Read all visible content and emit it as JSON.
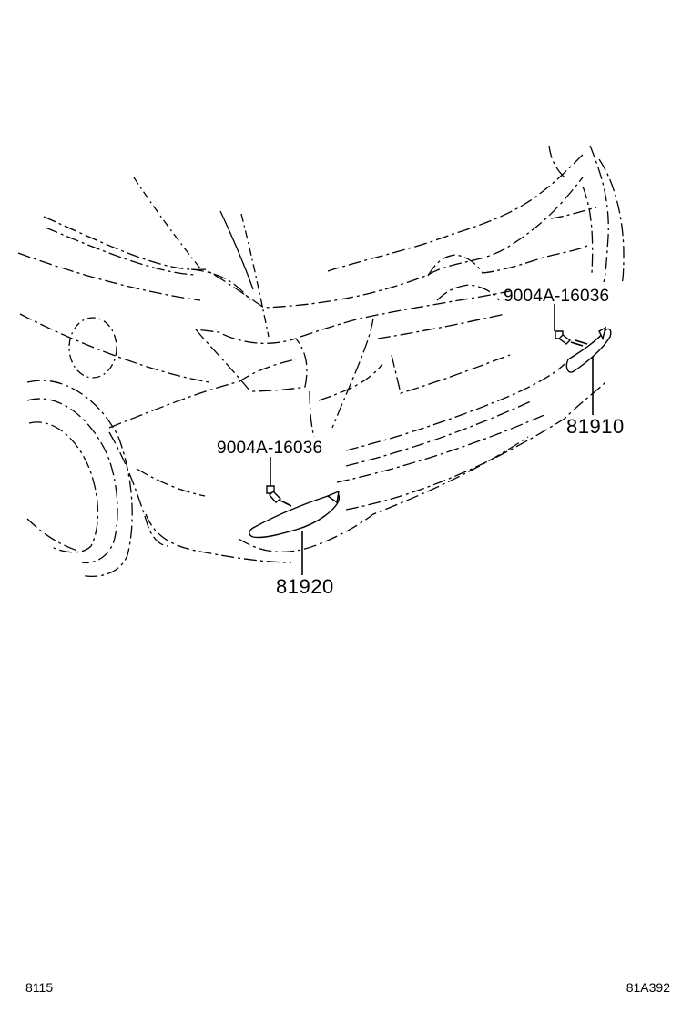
{
  "labels": {
    "clip_part_upper": "9004A-16036",
    "part_81910": "81910",
    "clip_part_lower": "9004A-16036",
    "part_81920": "81920"
  },
  "footer": {
    "page_code": "8115",
    "drawing_code": "81A392"
  }
}
